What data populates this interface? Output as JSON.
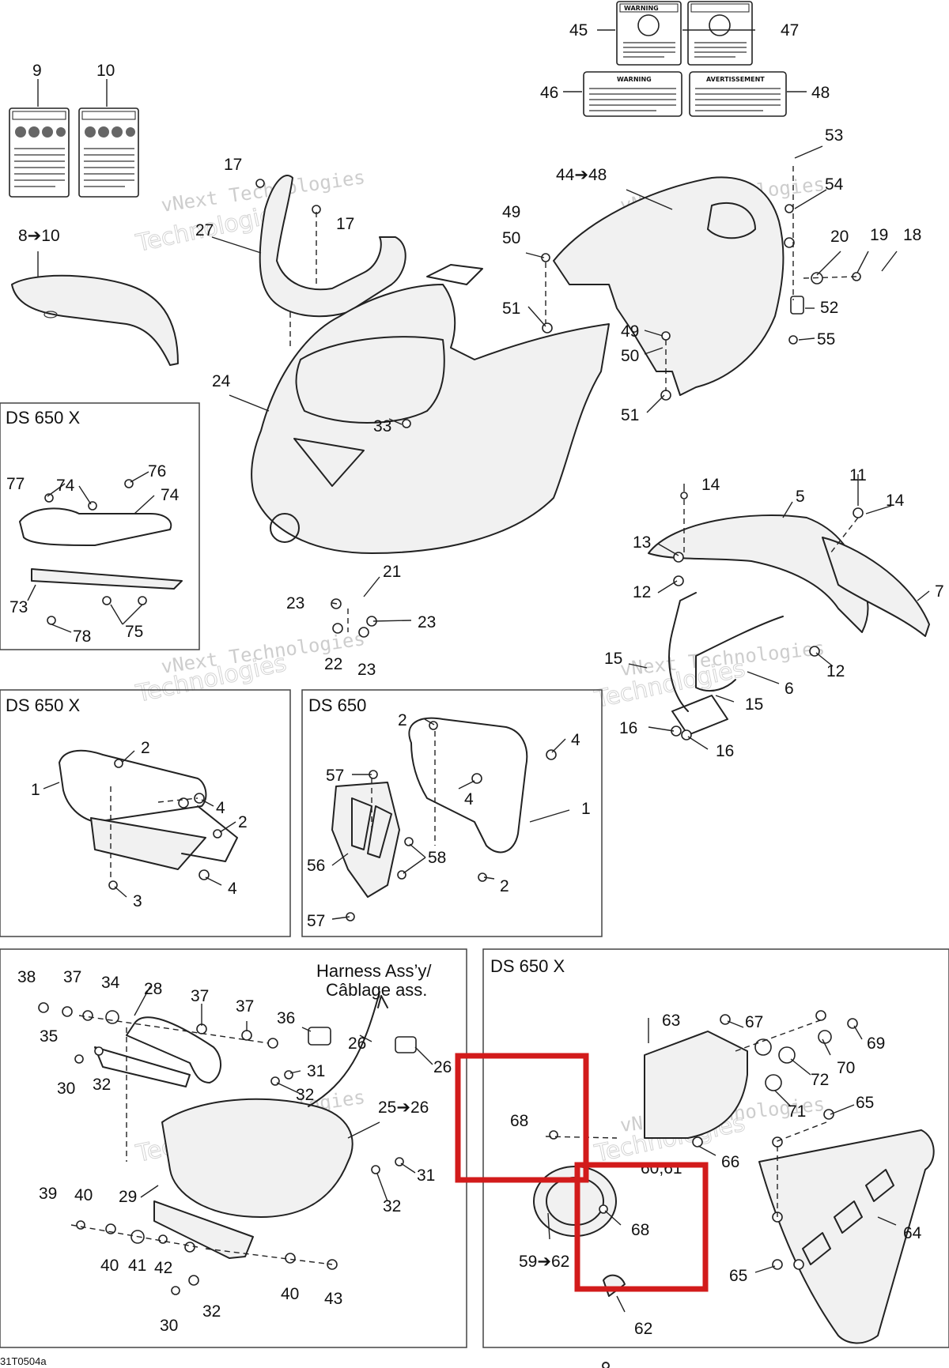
{
  "panel_titles": {
    "rear_bumper_left": "DS 650 X",
    "front_bumper_left": "DS 650 X",
    "front_bumper_right": "DS 650",
    "lighting": "DS 650 X"
  },
  "harness_note": {
    "line1": "Harness Ass’y/",
    "line2": "Câblage ass."
  },
  "decals": {
    "warning_title": "WARNING",
    "avertissement_title": "AVERTISSEMENT"
  },
  "watermark": {
    "line1": "vNext Technologies",
    "line2": "Technologies"
  },
  "reference_code": "31T0504a",
  "callouts": {
    "c45": "45",
    "c47": "47",
    "c46": "46",
    "c48": "48",
    "c9": "9",
    "c10": "10",
    "c8_10": "8➔10",
    "c17a": "17",
    "c17b": "17",
    "c27": "27",
    "c24": "24",
    "c33": "33",
    "c44_48": "44➔48",
    "c49a": "49",
    "c50a": "50",
    "c51a": "51",
    "c49b": "49",
    "c50b": "50",
    "c51b": "51",
    "c53": "53",
    "c54": "54",
    "c20": "20",
    "c19": "19",
    "c18": "18",
    "c52": "52",
    "c55": "55",
    "c77": "77",
    "c74a": "74",
    "c76": "76",
    "c74b": "74",
    "c73": "73",
    "c78": "78",
    "c75": "75",
    "c21": "21",
    "c23a": "23",
    "c23b": "23",
    "c22": "22",
    "c23c": "23",
    "c14a": "14",
    "c5": "5",
    "c11": "11",
    "c14b": "14",
    "c13": "13",
    "c12a": "12",
    "c7": "7",
    "c15a": "15",
    "c12b": "12",
    "c6": "6",
    "c15b": "15",
    "c16a": "16",
    "c16b": "16",
    "fb_2a": "2",
    "fb_1": "1",
    "fb_4a": "4",
    "fb_2b": "2",
    "fb_3": "3",
    "fb_4b": "4",
    "fc_2a": "2",
    "fc_4a": "4",
    "fc_57a": "57",
    "fc_4b": "4",
    "fc_1": "1",
    "fc_58": "58",
    "fc_56": "56",
    "fc_2b": "2",
    "fc_57b": "57",
    "h_38": "38",
    "h_37a": "37",
    "h_34": "34",
    "h_28": "28",
    "h_37b": "37",
    "h_37c": "37",
    "h_36": "36",
    "h_35": "35",
    "h_26a": "26",
    "h_26b": "26",
    "h_30a": "30",
    "h_32a": "32",
    "h_31a": "31",
    "h_32b": "32",
    "h_25_26": "25➔26",
    "h_31b": "31",
    "h_32c": "32",
    "h_39": "39",
    "h_40a": "40",
    "h_29": "29",
    "h_40b": "40",
    "h_41": "41",
    "h_42": "42",
    "h_40c": "40",
    "h_43": "43",
    "h_30b": "30",
    "h_32d": "32",
    "l_63": "63",
    "l_67": "67",
    "l_69": "69",
    "l_70": "70",
    "l_72": "72",
    "l_71": "71",
    "l_68a": "68",
    "l_65a": "65",
    "l_60_61": "60,61",
    "l_66": "66",
    "l_68b": "68",
    "l_64": "64",
    "l_59_62": "59➔62",
    "l_65b": "65",
    "l_62": "62"
  }
}
